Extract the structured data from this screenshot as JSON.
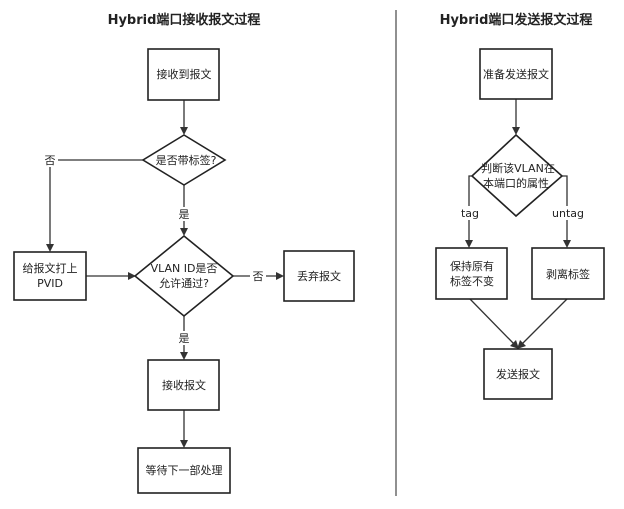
{
  "receive": {
    "title": "Hybrid端口接收报文过程",
    "nodes": {
      "recv_start": "接收到报文",
      "has_tag": [
        "是否带标签?"
      ],
      "add_pvid": [
        "给报文打上",
        "PVID"
      ],
      "vlan_allowed": [
        "VLAN ID是否",
        "允许通过?"
      ],
      "drop": "丢弃报文",
      "accept": "接收报文",
      "wait_next": "等待下一部处理"
    },
    "edges": {
      "no_tag": "否",
      "yes_tag": "是",
      "not_allowed": "否",
      "allowed": "是"
    }
  },
  "send": {
    "title": "Hybrid端口发送报文过程",
    "nodes": {
      "prepare": "准备发送报文",
      "check_attr": [
        "判断该VLAN在",
        "本端口的属性"
      ],
      "keep_tag": [
        "保持原有",
        "标签不变"
      ],
      "strip_tag": "剥离标签",
      "send": "发送报文"
    },
    "edges": {
      "tag": "tag",
      "untag": "untag"
    }
  }
}
